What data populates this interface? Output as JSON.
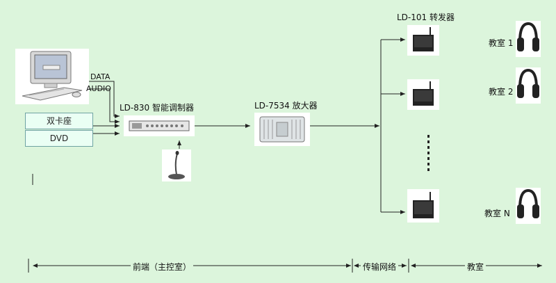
{
  "computer": {
    "data_label": "DATA",
    "audio_label": "AUDIO"
  },
  "sources": {
    "cassette": "双卡座",
    "dvd": "DVD"
  },
  "controller": {
    "label": "LD-830 智能调制器"
  },
  "amplifier": {
    "label": "LD-7534 放大器"
  },
  "transmitter": {
    "label": "LD-101 转发器"
  },
  "classrooms": [
    {
      "label": "教室 1"
    },
    {
      "label": "教室 2"
    },
    {
      "label": "教室 N"
    }
  ],
  "sections": {
    "front": "前端（主控室）",
    "transmission": "传输网络",
    "classroom": "教室"
  },
  "colors": {
    "background": "#dcf5dc",
    "line": "#222222",
    "source_box": "#eafff4"
  }
}
